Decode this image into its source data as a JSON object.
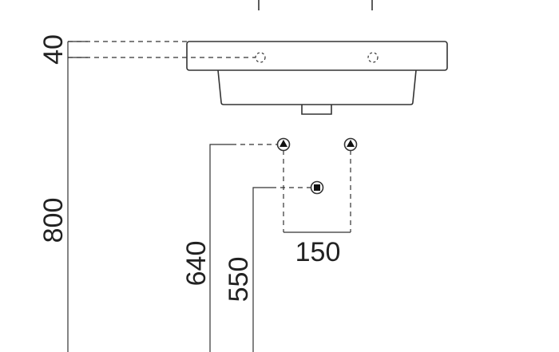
{
  "dimensions": {
    "top_thickness": "40",
    "total_height": "800",
    "hot_cold_height": "640",
    "waste_height": "550",
    "tap_spacing": "150"
  },
  "colors": {
    "line": "#333333",
    "background": "#ffffff"
  }
}
